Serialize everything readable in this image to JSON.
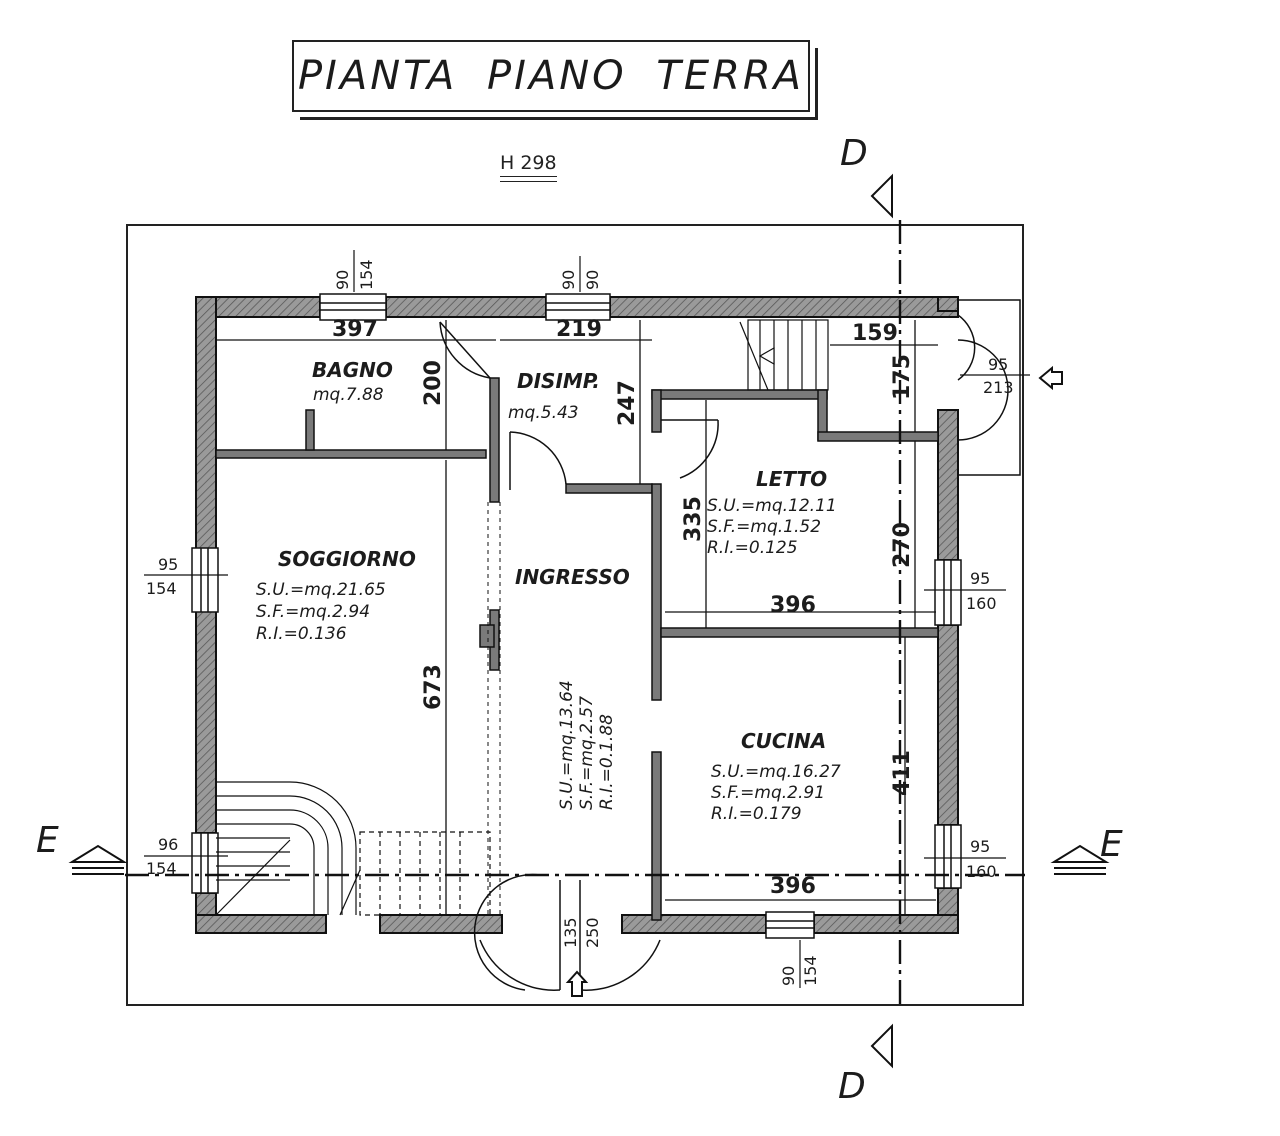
{
  "title": "PIANTA PIANO TERRA",
  "height_label": "H 298",
  "rooms": {
    "bagno": {
      "name": "BAGNO",
      "area": "mq.7.88"
    },
    "disimp": {
      "name": "DISIMP.",
      "area": "mq.5.43"
    },
    "letto": {
      "name": "LETTO",
      "su": "S.U.=mq.12.11",
      "sf": "S.F.=mq.1.52",
      "ri": "R.I.=0.125"
    },
    "soggiorno": {
      "name": "SOGGIORNO",
      "su": "S.U.=mq.21.65",
      "sf": "S.F.=mq.2.94",
      "ri": "R.I.=0.136"
    },
    "ingresso": {
      "name": "INGRESSO",
      "su": "S.U.=mq.13.64",
      "sf": "S.F.=mq.2.57",
      "ri": "R.I.=0.1.88"
    },
    "cucina": {
      "name": "CUCINA",
      "su": "S.U.=mq.16.27",
      "sf": "S.F.=mq.2.91",
      "ri": "R.I.=0.179"
    }
  },
  "dimensions": {
    "bagno_width": "397",
    "disimp_width": "219",
    "stair_width": "159",
    "bagno_height": "200",
    "disimp_height": "247",
    "stair_height": "175",
    "letto_depth": "335",
    "letto_height": "270",
    "letto_width": "396",
    "soggiorno_depth": "673",
    "cucina_height": "411",
    "cucina_width": "396"
  },
  "openings": {
    "top_window_1": {
      "w": "90",
      "h": "154"
    },
    "top_window_2": {
      "w": "90",
      "h": "90"
    },
    "side_door": {
      "w": "95",
      "h": "213"
    },
    "left_window_1": {
      "w": "95",
      "h": "154"
    },
    "right_window_1": {
      "w": "95",
      "h": "160"
    },
    "left_window_2": {
      "w": "96",
      "h": "154"
    },
    "right_window_2": {
      "w": "95",
      "h": "160"
    },
    "entrance_door": {
      "w": "135",
      "h": "250"
    },
    "bottom_window": {
      "w": "90",
      "h": "154"
    }
  },
  "sections": {
    "vertical": "D",
    "horizontal": "E"
  }
}
